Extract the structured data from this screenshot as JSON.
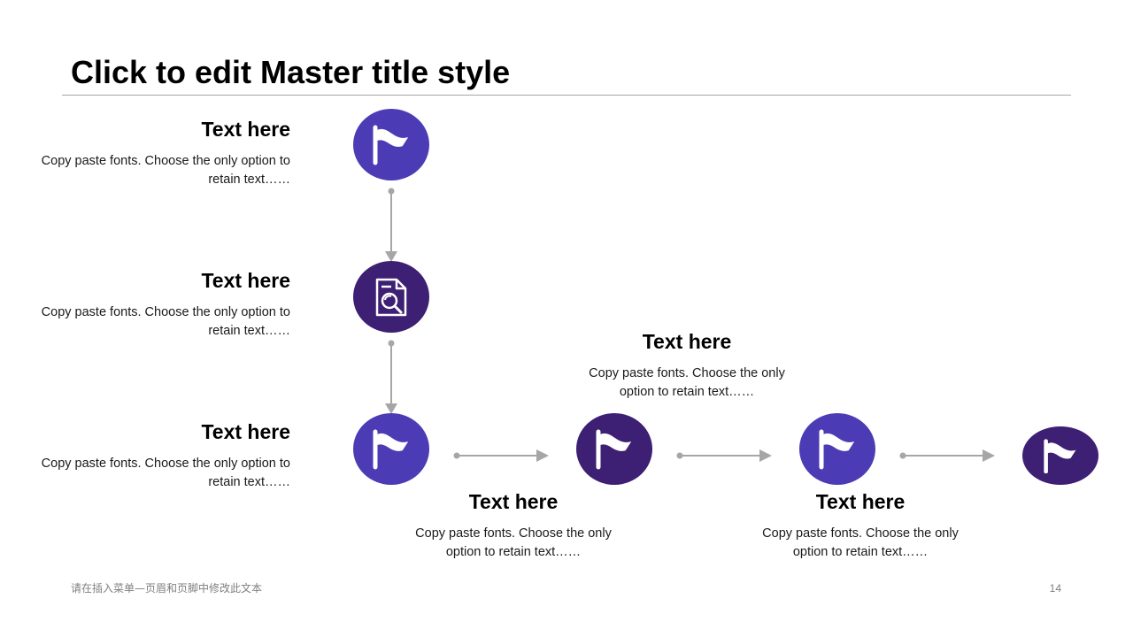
{
  "slide": {
    "title": "Click to edit Master title style",
    "footer_text": "请在插入菜单—页眉和页脚中修改此文本",
    "page_number": "14"
  },
  "colors": {
    "light_purple": "#4b3cb5",
    "dark_purple": "#3d1f73",
    "connector": "#a6a6a6",
    "rule": "#a6a6a6"
  },
  "steps": [
    {
      "icon": "flag-icon",
      "heading": "Text here",
      "body": "Copy paste fonts. Choose the only option to retain text……"
    },
    {
      "icon": "document-search-icon",
      "heading": "Text here",
      "body": "Copy paste fonts. Choose the only option to retain text……"
    },
    {
      "icon": "flag-icon",
      "heading": "Text here",
      "body": "Copy paste fonts. Choose the only option to retain text……"
    },
    {
      "icon": "flag-icon",
      "heading": "Text here",
      "body": "Copy paste fonts. Choose the only option to retain text……"
    },
    {
      "icon": "flag-icon",
      "heading": "Text here",
      "body": "Copy paste fonts. Choose the only option to retain text……"
    },
    {
      "icon": "flag-icon",
      "heading": "Text here",
      "body": "Copy paste fonts. Choose the only option to retain text……"
    }
  ]
}
